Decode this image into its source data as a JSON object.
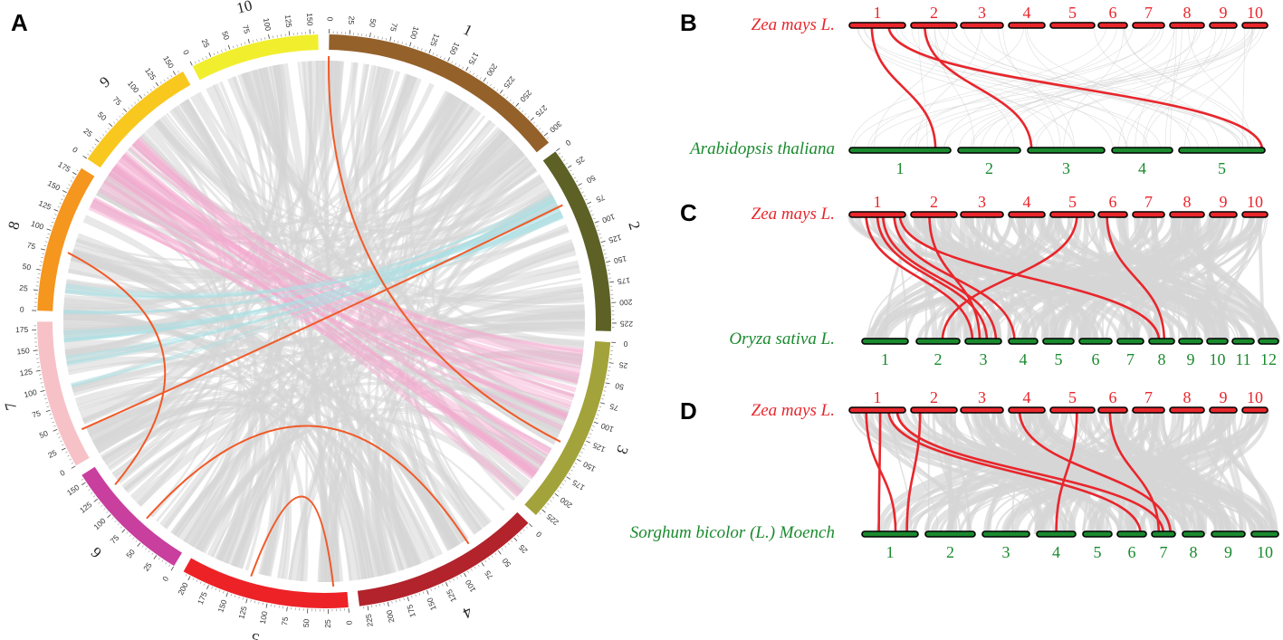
{
  "panels": {
    "A": {
      "letter": "A",
      "chromosomes": [
        {
          "label": "1",
          "ticks": [
            "0",
            "25",
            "50",
            "75",
            "100",
            "125",
            "150",
            "175",
            "200",
            "225",
            "250",
            "275",
            "300"
          ],
          "color": "#94612a"
        },
        {
          "label": "2",
          "ticks": [
            "0",
            "25",
            "50",
            "75",
            "100",
            "125",
            "150",
            "175",
            "200",
            "225"
          ],
          "color": "#5d6126"
        },
        {
          "label": "3",
          "ticks": [
            "0",
            "25",
            "50",
            "75",
            "100",
            "125",
            "150",
            "175",
            "200",
            "225"
          ],
          "color": "#a3a33b"
        },
        {
          "label": "4",
          "ticks": [
            "0",
            "25",
            "50",
            "75",
            "100",
            "125",
            "150",
            "175",
            "200",
            "225"
          ],
          "color": "#b2232b"
        },
        {
          "label": "5",
          "ticks": [
            "0",
            "25",
            "50",
            "75",
            "100",
            "125",
            "150",
            "175",
            "200"
          ],
          "color": "#ec2227"
        },
        {
          "label": "6",
          "ticks": [
            "0",
            "25",
            "50",
            "75",
            "100",
            "125",
            "150"
          ],
          "color": "#c83f9e"
        },
        {
          "label": "7",
          "ticks": [
            "0",
            "25",
            "50",
            "75",
            "100",
            "125",
            "150",
            "175"
          ],
          "color": "#f7c2c7"
        },
        {
          "label": "8",
          "ticks": [
            "0",
            "25",
            "50",
            "75",
            "100",
            "125",
            "150",
            "175"
          ],
          "color": "#f5961e"
        },
        {
          "label": "9",
          "ticks": [
            "0",
            "25",
            "50",
            "75",
            "100",
            "125",
            "150"
          ],
          "color": "#f8c81f"
        },
        {
          "label": "10",
          "ticks": [
            "0",
            "25",
            "50",
            "75",
            "100",
            "125",
            "150"
          ],
          "color": "#f1ee2e"
        }
      ],
      "links_color": "#f05a28"
    },
    "B": {
      "letter": "B",
      "top_species": "Zea mays L.",
      "top_chromosomes": [
        "1",
        "2",
        "3",
        "4",
        "5",
        "6",
        "7",
        "8",
        "9",
        "10"
      ],
      "bottom_species": "Arabidopsis thaliana",
      "bottom_chromosomes": [
        "1",
        "2",
        "3",
        "4",
        "5"
      ]
    },
    "C": {
      "letter": "C",
      "top_species": "Zea mays L.",
      "top_chromosomes": [
        "1",
        "2",
        "3",
        "4",
        "5",
        "6",
        "7",
        "8",
        "9",
        "10"
      ],
      "bottom_species": "Oryza sativa L.",
      "bottom_chromosomes": [
        "1",
        "2",
        "3",
        "4",
        "5",
        "6",
        "7",
        "8",
        "9",
        "10",
        "11",
        "12"
      ]
    },
    "D": {
      "letter": "D",
      "top_species": "Zea mays L.",
      "top_chromosomes": [
        "1",
        "2",
        "3",
        "4",
        "5",
        "6",
        "7",
        "8",
        "9",
        "10"
      ],
      "bottom_species": "Sorghum bicolor (L.) Moench",
      "bottom_chromosomes": [
        "1",
        "2",
        "3",
        "4",
        "5",
        "6",
        "7",
        "8",
        "9",
        "10"
      ]
    }
  },
  "colors": {
    "top_species": "#e8262c",
    "bottom_species": "#1a8a2e",
    "highlight_link": "#e8262c",
    "background_link": "#d6d6d6",
    "pink_band": "#f4a9cf",
    "cyan_band": "#a9e0e4"
  }
}
